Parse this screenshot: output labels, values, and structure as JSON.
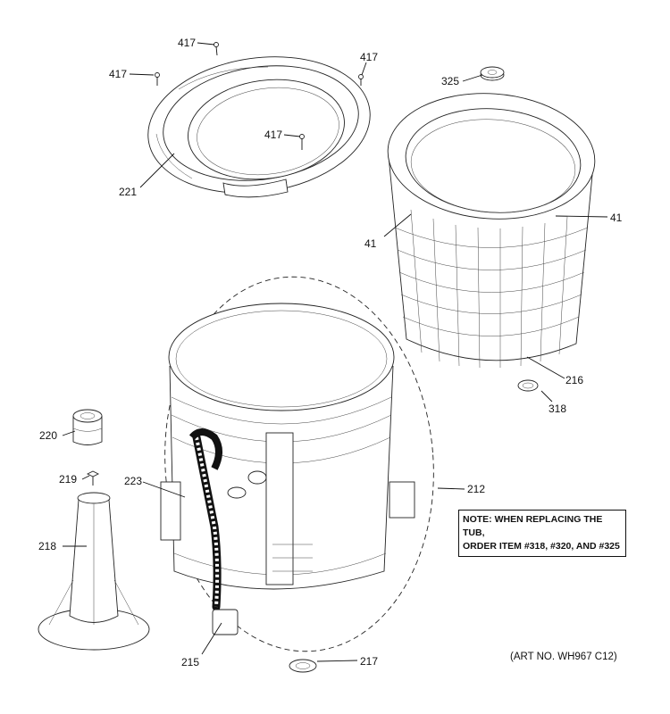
{
  "callouts": {
    "c417a": "417",
    "c417b": "417",
    "c417c": "417",
    "c417d": "417",
    "c325": "325",
    "c221": "221",
    "c41a": "41",
    "c41b": "41",
    "c216": "216",
    "c318": "318",
    "c220": "220",
    "c219": "219",
    "c223": "223",
    "c212": "212",
    "c218": "218",
    "c215": "215",
    "c217": "217"
  },
  "note": {
    "line1": "NOTE: WHEN REPLACING THE TUB,",
    "line2": "ORDER ITEM #318, #320, AND #325"
  },
  "art_number": "(ART NO. WH967 C12)"
}
